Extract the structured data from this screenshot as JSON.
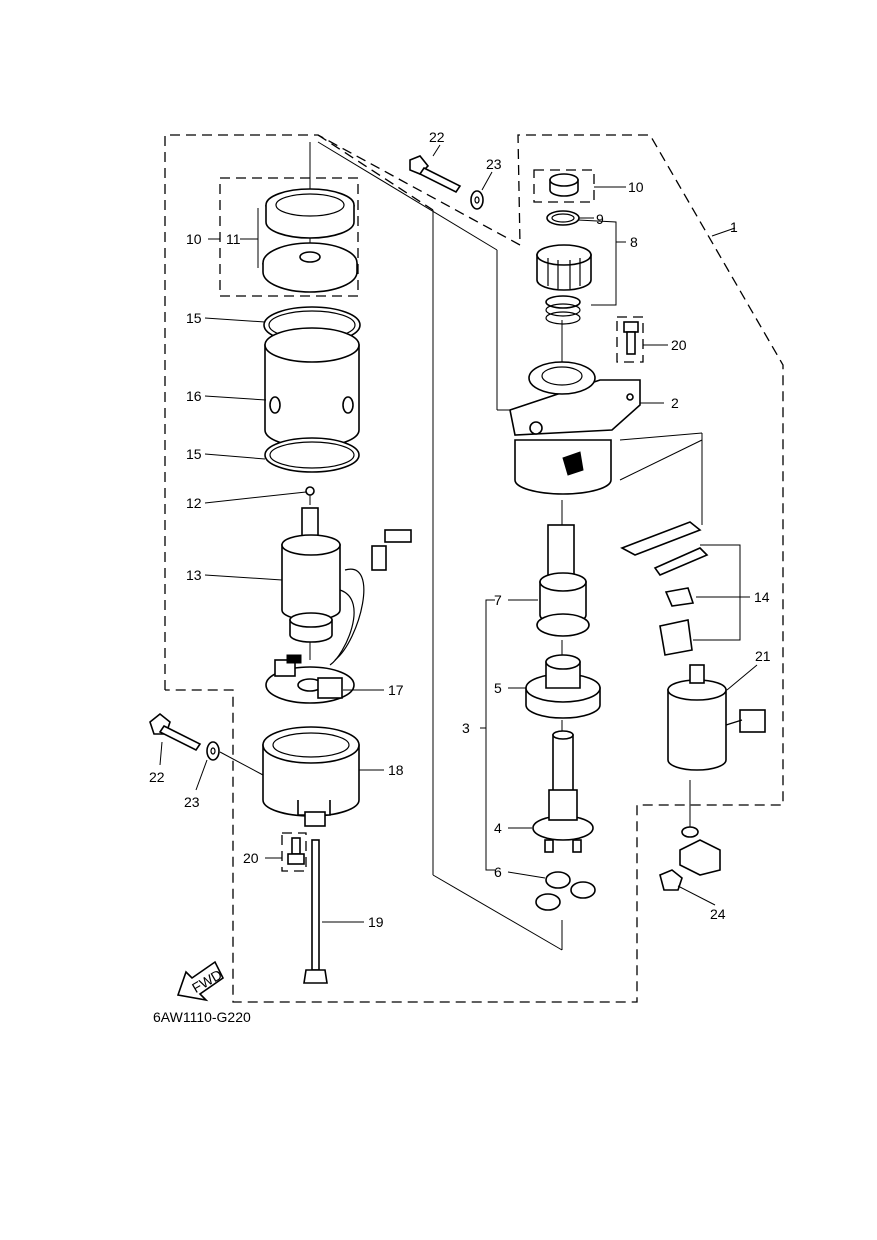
{
  "diagram_code": "6AW1110-G220",
  "fwd_label": "FWD",
  "labels": {
    "c1": "1",
    "c2": "2",
    "c3": "3",
    "c4": "4",
    "c5": "5",
    "c6": "6",
    "c7": "7",
    "c8": "8",
    "c9": "9",
    "c10a": "10",
    "c10b": "10",
    "c11": "11",
    "c12": "12",
    "c13": "13",
    "c14": "14",
    "c15a": "15",
    "c15b": "15",
    "c16": "16",
    "c17": "17",
    "c18": "18",
    "c19": "19",
    "c20a": "20",
    "c20b": "20",
    "c21": "21",
    "c22a": "22",
    "c22b": "22",
    "c23a": "23",
    "c23b": "23",
    "c24": "24"
  }
}
